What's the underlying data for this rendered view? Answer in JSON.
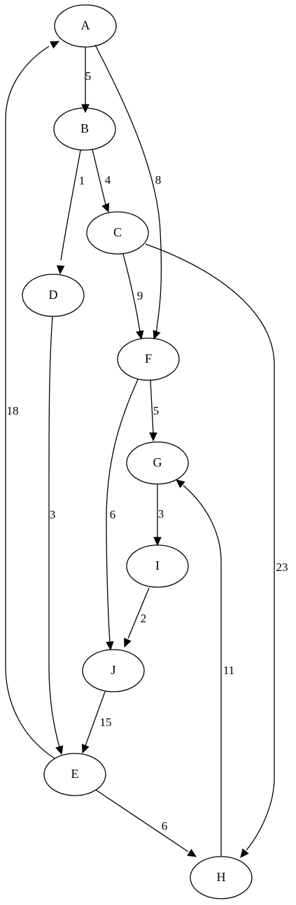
{
  "nodes": [
    {
      "id": "A",
      "label": "A"
    },
    {
      "id": "B",
      "label": "B"
    },
    {
      "id": "C",
      "label": "C"
    },
    {
      "id": "D",
      "label": "D"
    },
    {
      "id": "F",
      "label": "F"
    },
    {
      "id": "G",
      "label": "G"
    },
    {
      "id": "I",
      "label": "I"
    },
    {
      "id": "J",
      "label": "J"
    },
    {
      "id": "E",
      "label": "E"
    },
    {
      "id": "H",
      "label": "H"
    }
  ],
  "edges": [
    {
      "from": "A",
      "to": "B",
      "weight": "5"
    },
    {
      "from": "A",
      "to": "F",
      "weight": "8"
    },
    {
      "from": "B",
      "to": "D",
      "weight": "1"
    },
    {
      "from": "B",
      "to": "C",
      "weight": "4"
    },
    {
      "from": "C",
      "to": "F",
      "weight": "9"
    },
    {
      "from": "C",
      "to": "H",
      "weight": "23"
    },
    {
      "from": "D",
      "to": "E",
      "weight": "3"
    },
    {
      "from": "F",
      "to": "G",
      "weight": "5"
    },
    {
      "from": "F",
      "to": "J",
      "weight": "6"
    },
    {
      "from": "G",
      "to": "I",
      "weight": "3"
    },
    {
      "from": "I",
      "to": "J",
      "weight": "2"
    },
    {
      "from": "J",
      "to": "E",
      "weight": "15"
    },
    {
      "from": "E",
      "to": "A",
      "weight": "18"
    },
    {
      "from": "E",
      "to": "H",
      "weight": "6"
    },
    {
      "from": "H",
      "to": "G",
      "weight": "11"
    }
  ]
}
